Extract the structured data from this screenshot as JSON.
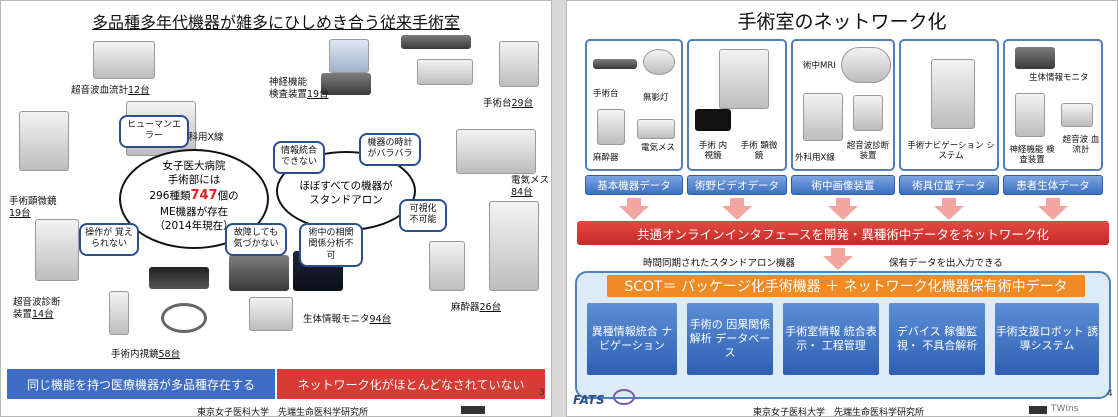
{
  "left": {
    "title": "多品種多年代機器が雑多にひしめき合う従来手術室",
    "oval": {
      "line1": "女子医大病院",
      "line2": "手術部には",
      "line3_pre": "296種類",
      "line3_num": "747",
      "line3_post": "個の",
      "line4": "ME機器が存在",
      "line5": "（2014年現在）"
    },
    "oval2": {
      "line1": "ほぼすべての機器が",
      "line2": "スタンドアロン"
    },
    "bubbles": {
      "human": "ヒューマンエラー",
      "operate": "操作が 覚えられない",
      "fault": "故障しても 気づかない",
      "info": "情報統合 できない",
      "clock": "機器の時計 がバラバラ",
      "corr": "術中の相関 関係分析不可",
      "vis": "可視化 不可能"
    },
    "labels": {
      "ultrasound_flow": "超音波血流計",
      "ultrasound_flow_n": "12台",
      "neuro": "神経機能",
      "neuro2": "検査装置",
      "neuro_n": "19台",
      "table": "手術台",
      "table_n": "29台",
      "xray": "外科用X線",
      "scope": "手術顕微鏡",
      "scope_n": "19台",
      "esu": "電気メス",
      "esu_n": "84台",
      "us_diag": "超音波診断",
      "us_diag2": "装置",
      "us_diag_n": "14台",
      "anes": "麻酔器",
      "anes_n": "26台",
      "vitals": "生体情報モニタ",
      "vitals_n": "94台",
      "endo": "手術内視鏡",
      "endo_n": "58台"
    },
    "bar_left": "同じ機能を持つ医療機器が多品種存在する",
    "bar_right": "ネットワーク化がほとんどなされていない",
    "page": "3",
    "footer": "東京女子医科大学　先端生命医科学研究所"
  },
  "right": {
    "title": "手術室のネットワーク化",
    "panels": [
      {
        "labels": [
          "手術台",
          "無影灯",
          "麻酔器",
          "電気メス"
        ],
        "button": "基本機器データ"
      },
      {
        "labels": [
          "手術 内視鏡",
          "手術 顕微鏡"
        ],
        "button": "術野ビデオデータ"
      },
      {
        "labels": [
          "術中MRI",
          "外科用X線",
          "超音波診断 装置"
        ],
        "button": "術中画像装置"
      },
      {
        "labels": [
          "手術ナビゲーション システム"
        ],
        "button": "術具位置データ"
      },
      {
        "labels": [
          "生体情報モニタ",
          "神経機能 検査装置",
          "超音波 血流計"
        ],
        "button": "患者生体データ"
      }
    ],
    "red_bar": "共通オンラインインタフェースを開発・異種術中データをネットワーク化",
    "mid_left": "時間同期されたスタンドアロン機器",
    "mid_right": "保有データを出入力できる",
    "scot": "SCOT＝ パッケージ化手術機器 ＋ ネットワーク化機器保有術中データ",
    "tiles": [
      "異種情報統合 ナビゲーション",
      "手術の 因果関係 解析 データベース",
      "手術室情報 統合表示・ 工程管理",
      "デバイス 稼働監視・ 不具合解析",
      "手術支援ロボット 誘導システム"
    ],
    "logo": "FATS",
    "page": "4",
    "footer": "東京女子医科大学　先端生命医科学研究所",
    "brand": "TWIns"
  },
  "colors": {
    "blue_bar": "#3e6cc4",
    "red_bar": "#d83a36",
    "orange": "#f08a24",
    "pink_arrow": "#f3a5a0"
  }
}
